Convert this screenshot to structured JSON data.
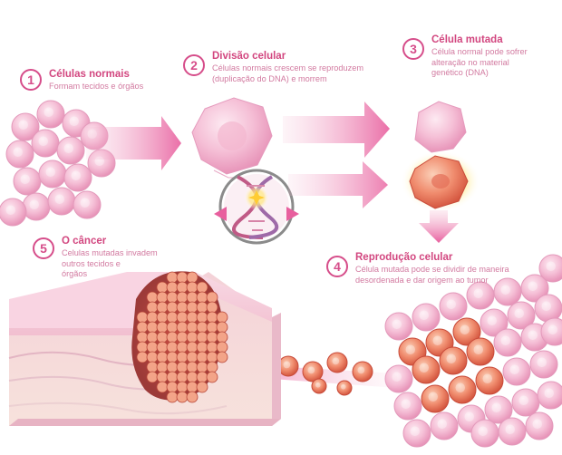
{
  "steps": [
    {
      "number": "1",
      "title": "Células normais",
      "description": [
        "Formam tecidos e órgãos"
      ]
    },
    {
      "number": "2",
      "title": "Divisão celular",
      "description": [
        "Células normais crescem se reproduzem",
        "(duplicação do DNA) e morrem"
      ]
    },
    {
      "number": "3",
      "title": "Célula mutada",
      "description": [
        "Célula normal pode sofrer",
        "alteração no material",
        "genético (DNA)"
      ]
    },
    {
      "number": "4",
      "title": "Reprodução celular",
      "description": [
        "Célula mutada pode se dividir de maneira",
        "desordenada e dar origem ao tumor"
      ]
    },
    {
      "number": "5",
      "title": "O câncer",
      "description": [
        "Celulas mutadas invadem",
        "outros tecidos e",
        "órgãos"
      ]
    }
  ],
  "colors": {
    "accent": "#d64d8a",
    "cell_normal": "#f6c6dc",
    "cell_mutated": "#e8765e",
    "arrow": "#f0a0c2"
  }
}
